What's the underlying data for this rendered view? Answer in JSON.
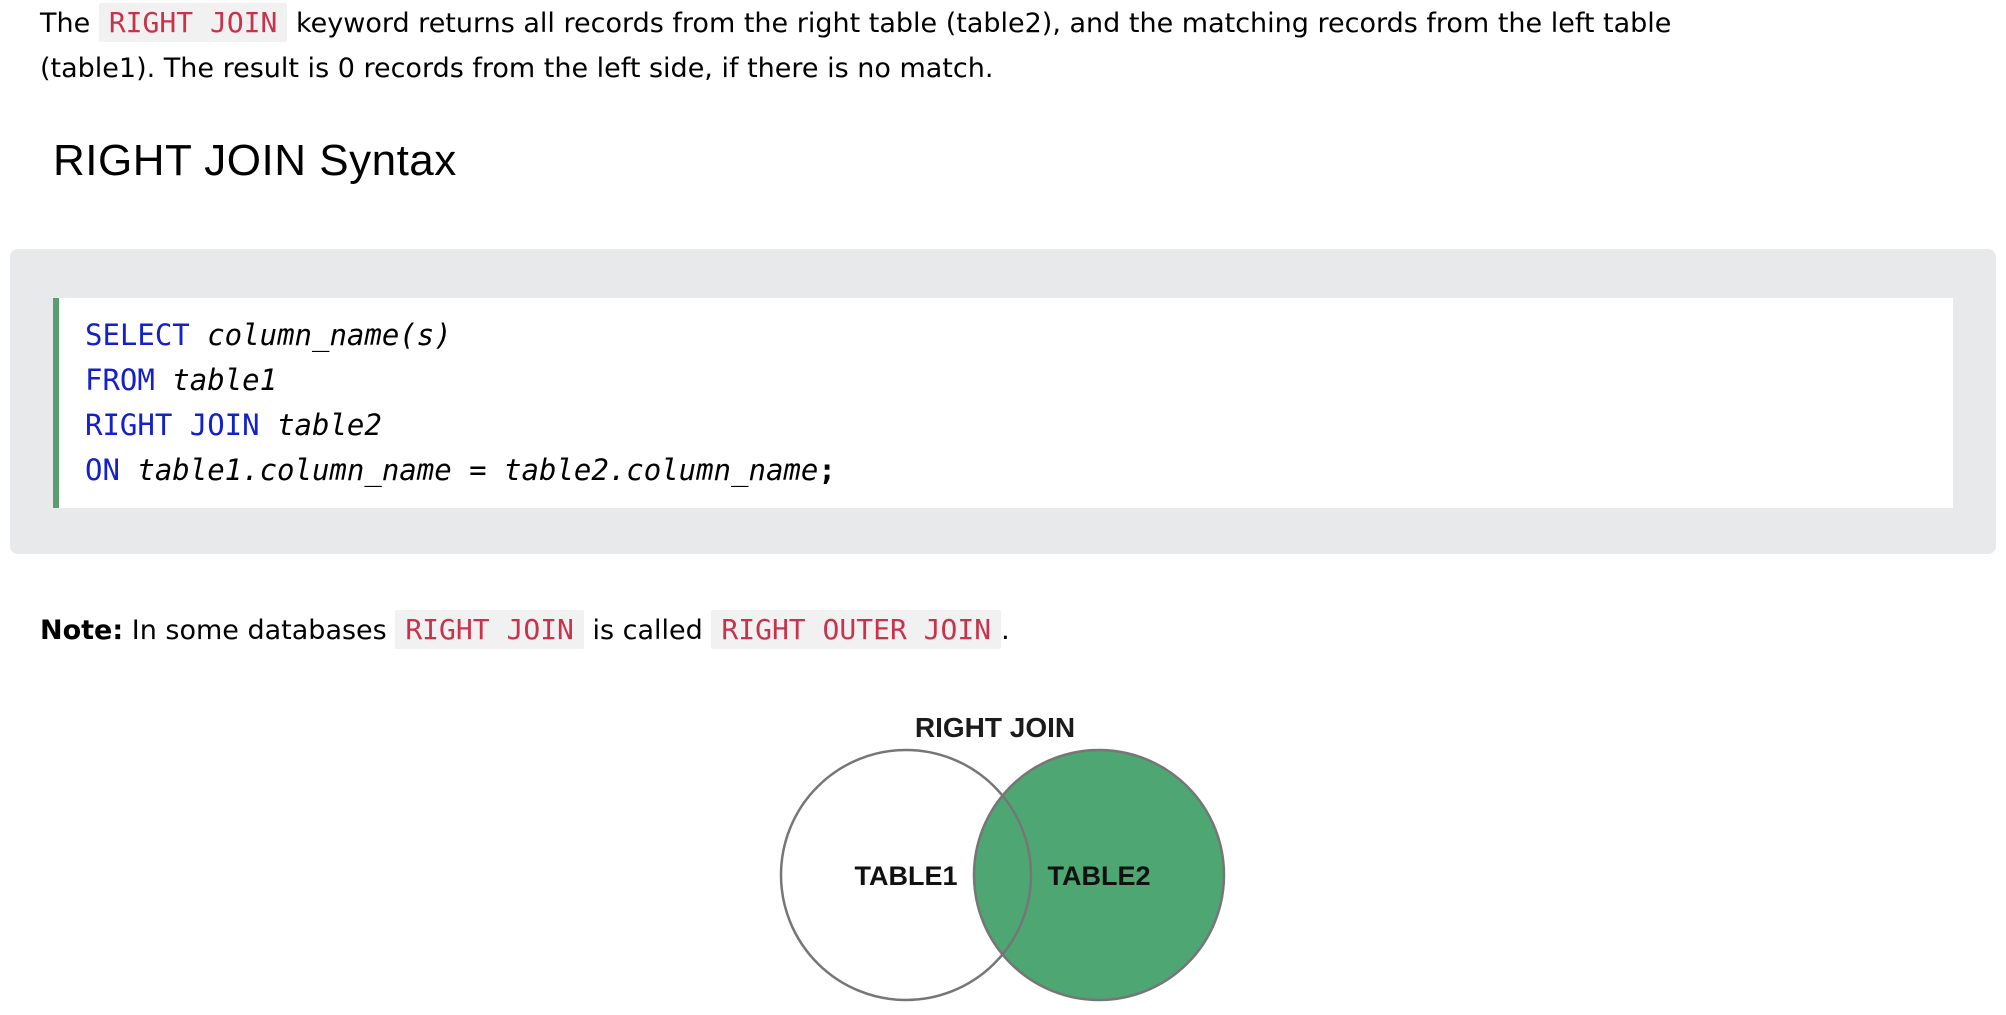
{
  "intro": {
    "pre": "The ",
    "keyword": "RIGHT JOIN",
    "post_line1": " keyword returns all records from the right table (table2), and the matching records from the left table",
    "post_line2": "(table1). The result is 0 records from the left side, if there is no match."
  },
  "heading": "RIGHT JOIN Syntax",
  "code": {
    "lines": [
      [
        {
          "type": "kw",
          "text": "SELECT"
        },
        {
          "type": "em",
          "text": " column_name(s)"
        }
      ],
      [
        {
          "type": "kw",
          "text": "FROM"
        },
        {
          "type": "em",
          "text": " table1"
        }
      ],
      [
        {
          "type": "kw",
          "text": "RIGHT JOIN"
        },
        {
          "type": "em",
          "text": " table2"
        }
      ],
      [
        {
          "type": "kw",
          "text": "ON"
        },
        {
          "type": "em",
          "text": " table1.column_name"
        },
        {
          "type": "pl",
          "text": " = "
        },
        {
          "type": "em",
          "text": "table2.column_name"
        },
        {
          "type": "b",
          "text": ";"
        }
      ]
    ]
  },
  "note": {
    "label": "Note:",
    "seg1": " In some databases ",
    "keyword1": "RIGHT JOIN",
    "seg2": " is called ",
    "keyword2": "RIGHT OUTER JOIN",
    "seg3": "."
  },
  "venn": {
    "title": "RIGHT JOIN",
    "left_label": "TABLE1",
    "right_label": "TABLE2"
  },
  "colors": {
    "keyword_blue": "#1420C8",
    "codespan_red": "#C9324C",
    "codespan_bg": "#F1F1F1",
    "example_bg": "#E7E9EB",
    "code_border_green": "#599E6E",
    "venn_green": "#4EA673",
    "venn_stroke": "#767676"
  }
}
